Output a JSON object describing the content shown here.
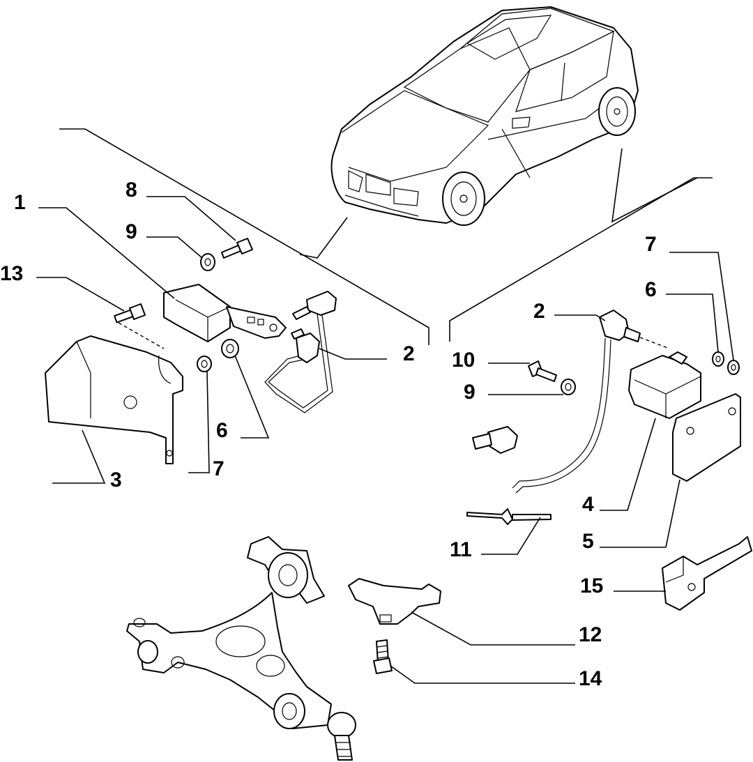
{
  "diagram": {
    "callouts": {
      "c1": "1",
      "c2_left": "2",
      "c2_right": "2",
      "c3": "3",
      "c4": "4",
      "c5": "5",
      "c6_left": "6",
      "c6_right": "6",
      "c7_left": "7",
      "c7_right": "7",
      "c8": "8",
      "c9_left": "9",
      "c9_right": "9",
      "c10": "10",
      "c11": "11",
      "c12": "12",
      "c13": "13",
      "c14": "14",
      "c15": "15"
    }
  }
}
